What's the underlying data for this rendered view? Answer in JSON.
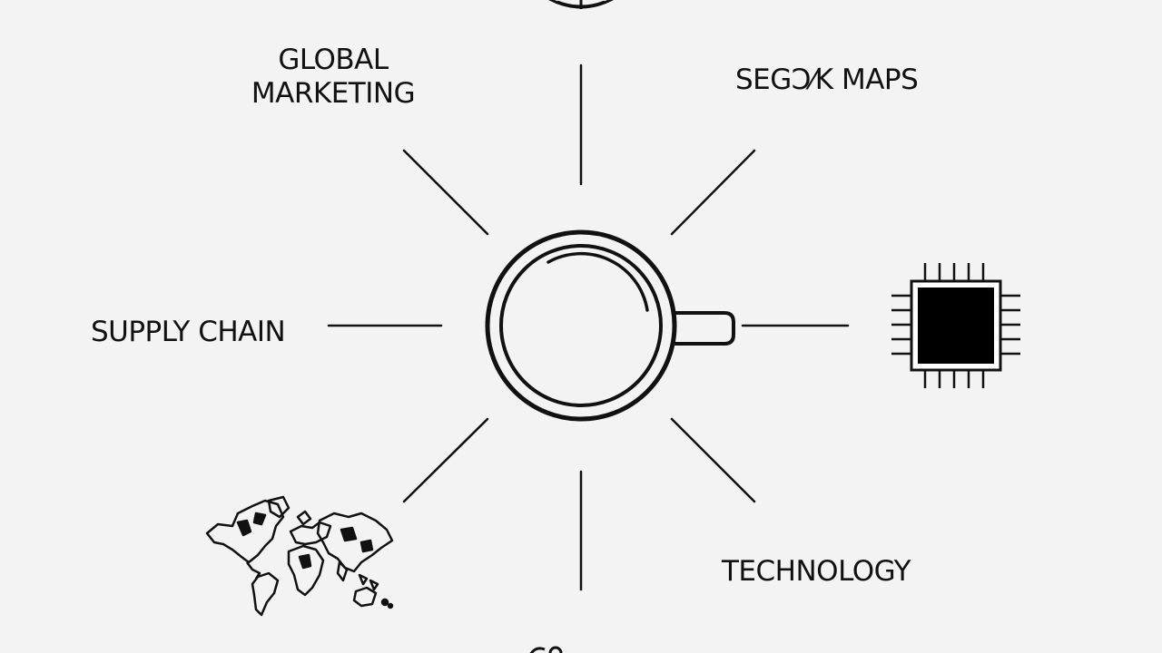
{
  "labels": {
    "global_marketing_line1": "GLOBAL",
    "global_marketing_line2": "MARKETING",
    "segment_maps": "SEGƆ⁄K MAPS",
    "supply_chain": "SUPPLY CHAIN",
    "technology": "TECHNOLOGY"
  },
  "icons": {
    "center": "coffee-cup-icon",
    "right": "microchip-icon",
    "bottom_left": "world-map-icon",
    "top": "globe-icon"
  },
  "colors": {
    "background": "#f3f3f3",
    "ink": "#111111",
    "chip_fill": "#000000"
  }
}
